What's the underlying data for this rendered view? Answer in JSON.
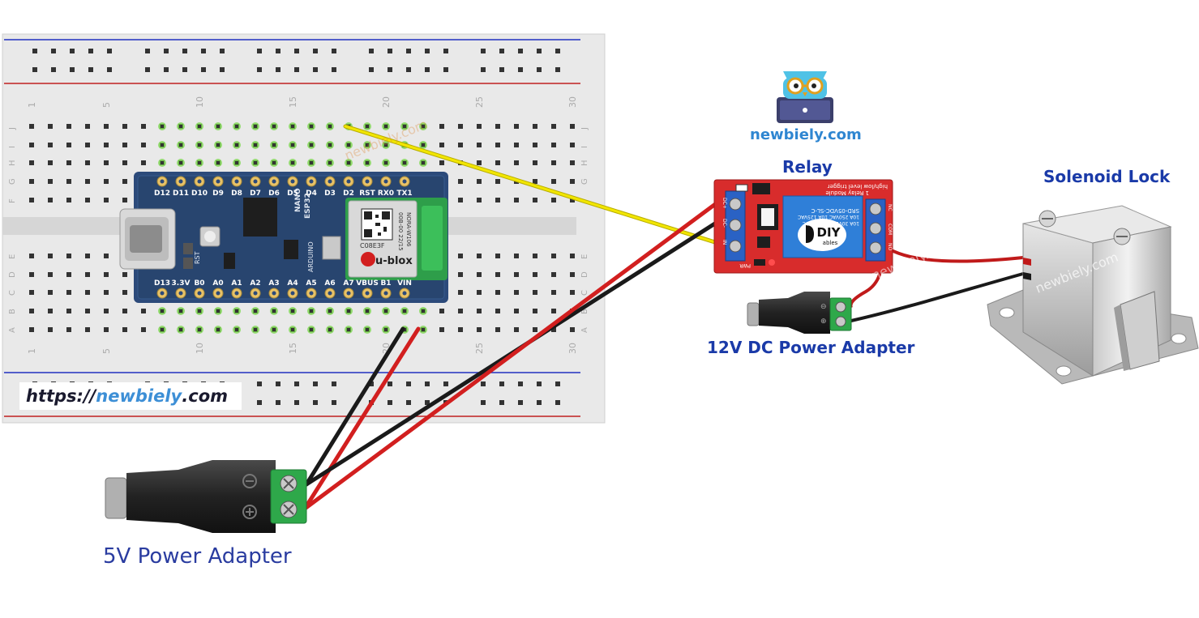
{
  "diagram": {
    "labels": {
      "relay": "Relay",
      "solenoid_lock": "Solenoid Lock",
      "power_12v": "12V DC Power Adapter",
      "power_5v": "5V Power Adapter"
    },
    "brand": {
      "site": "newbiely.com",
      "url_prefix": "https://",
      "url_highlight": "newbiely",
      "url_suffix": ".com",
      "watermark": "newbiely.com"
    },
    "breadboard": {
      "column_numbers": [
        "1",
        "5",
        "10",
        "15",
        "20",
        "25",
        "30"
      ],
      "row_letters_top": [
        "J",
        "I",
        "H",
        "G",
        "F"
      ],
      "row_letters_bottom": [
        "E",
        "D",
        "C",
        "B",
        "A"
      ]
    },
    "arduino": {
      "top_pins": [
        "D12",
        "D11",
        "D10",
        "D9",
        "D8",
        "D7",
        "D6",
        "D5",
        "D4",
        "D3",
        "D2",
        "RST",
        "RX0",
        "TX1"
      ],
      "bottom_pins": [
        "D13",
        "3.3V",
        "B0",
        "A0",
        "A1",
        "A2",
        "A3",
        "A4",
        "A5",
        "A6",
        "A7",
        "VBUS",
        "B1",
        "VIN"
      ],
      "board_text": [
        "NANO",
        "ESP32",
        "ARDUINO",
        "RST"
      ],
      "module_text": [
        "C08E3F",
        "u-blox",
        "00B-00 22/15",
        "NORA-W106"
      ]
    },
    "relay_module": {
      "title_text": "1 Relay Module",
      "subtitle_text": "high/low level trigger",
      "relay_text": [
        "SRD-05VDC-SL-C",
        "10A 250VAC 10A 125VAC",
        "10A 30VDC 10A 28VDC"
      ],
      "logo_text": [
        "DIY",
        "ables"
      ],
      "left_pins": [
        "DC+",
        "DC-",
        "IN"
      ],
      "right_pins": [
        "NC",
        "COM",
        "NO"
      ],
      "led_label": "PWR"
    },
    "colors": {
      "wire_red": "#d21f1f",
      "wire_black": "#1a1a1a",
      "wire_yellow": "#f2e600",
      "relay_board": "#d82c2c",
      "arduino_board": "#2c4a7a",
      "terminal_green": "#2ea84a",
      "label_blue": "#1a3aa8"
    }
  }
}
